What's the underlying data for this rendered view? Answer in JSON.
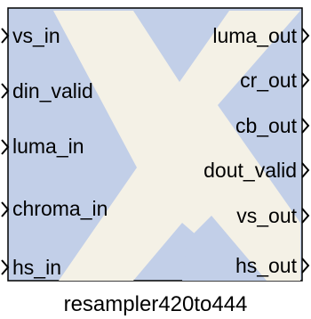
{
  "block_name": "resampler420to444",
  "colors": {
    "body_fill": "#c2cfe8",
    "logo_fill": "#f4f1e6",
    "border": "#000000"
  },
  "input_ports": [
    {
      "label": "vs_in"
    },
    {
      "label": "din_valid"
    },
    {
      "label": "luma_in"
    },
    {
      "label": "chroma_in"
    },
    {
      "label": "hs_in"
    }
  ],
  "output_ports": [
    {
      "label": "luma_out"
    },
    {
      "label": "cr_out"
    },
    {
      "label": "cb_out"
    },
    {
      "label": "dout_valid"
    },
    {
      "label": "vs_out"
    },
    {
      "label": "hs_out"
    }
  ]
}
